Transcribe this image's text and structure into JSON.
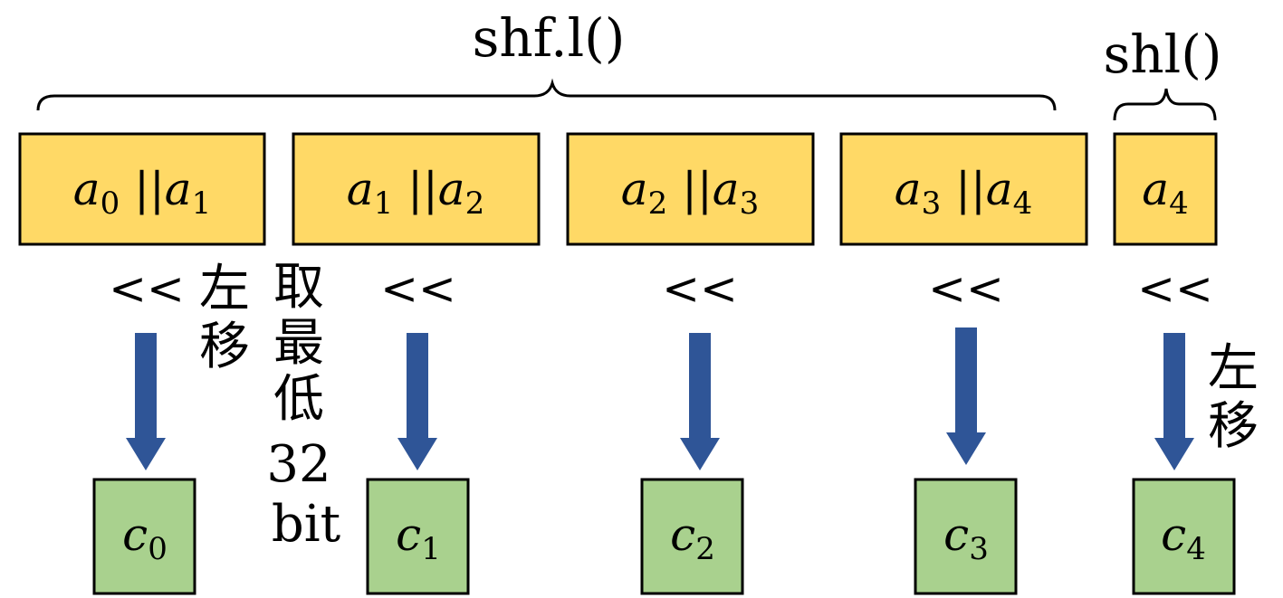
{
  "labels": {
    "shfl": "shf.l()",
    "shl": "shl()",
    "shift_op": "<<",
    "left_shift_chars": [
      "左",
      "移"
    ],
    "take_low_chars": [
      "取",
      "最",
      "低"
    ],
    "take_low_num": "32",
    "take_low_unit": "bit"
  },
  "input_blocks": [
    {
      "left": {
        "var": "a",
        "sub": "0"
      },
      "sep": "||",
      "right": {
        "var": "a",
        "sub": "1"
      }
    },
    {
      "left": {
        "var": "a",
        "sub": "1"
      },
      "sep": "||",
      "right": {
        "var": "a",
        "sub": "2"
      }
    },
    {
      "left": {
        "var": "a",
        "sub": "2"
      },
      "sep": "||",
      "right": {
        "var": "a",
        "sub": "3"
      }
    },
    {
      "left": {
        "var": "a",
        "sub": "3"
      },
      "sep": "||",
      "right": {
        "var": "a",
        "sub": "4"
      }
    },
    {
      "left": {
        "var": "a",
        "sub": "4"
      }
    }
  ],
  "output_blocks": [
    {
      "var": "c",
      "sub": "0"
    },
    {
      "var": "c",
      "sub": "1"
    },
    {
      "var": "c",
      "sub": "2"
    },
    {
      "var": "c",
      "sub": "3"
    },
    {
      "var": "c",
      "sub": "4"
    }
  ],
  "colors": {
    "input_fill": "#FFD966",
    "output_fill": "#A9D18E",
    "arrow": "#2F5597",
    "stroke": "#000000"
  }
}
